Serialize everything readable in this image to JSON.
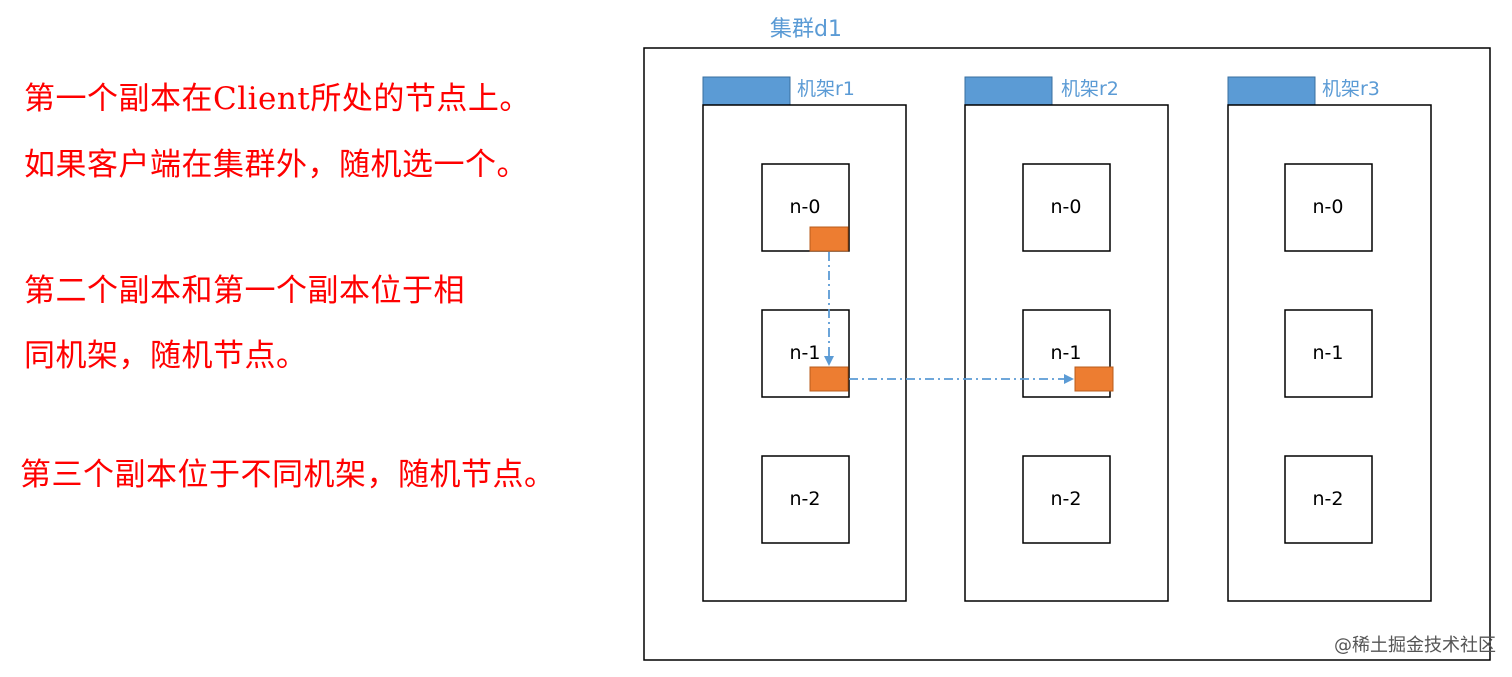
{
  "notes": [
    "第一个副本在Client所处的节点上。",
    "如果客户端在集群外，随机选一个。",
    "第二个副本和第一个副本位于相",
    "同机架，随机节点。",
    "第三个副本位于不同机架，随机节点。"
  ],
  "cluster": {
    "label": "集群d1",
    "racks": [
      {
        "label": "机架r1",
        "nodes": [
          "n-0",
          "n-1",
          "n-2"
        ]
      },
      {
        "label": "机架r2",
        "nodes": [
          "n-0",
          "n-1",
          "n-2"
        ]
      },
      {
        "label": "机架r3",
        "nodes": [
          "n-0",
          "n-1",
          "n-2"
        ]
      }
    ]
  },
  "watermark": "@稀土掘金技术社区",
  "colors": {
    "note_text": "#ff0000",
    "label_text": "#5b9bd5",
    "rack_tab": "#5b9bd5",
    "replica": "#ed7d31",
    "arrow": "#5b9bd5",
    "border": "#000000"
  }
}
